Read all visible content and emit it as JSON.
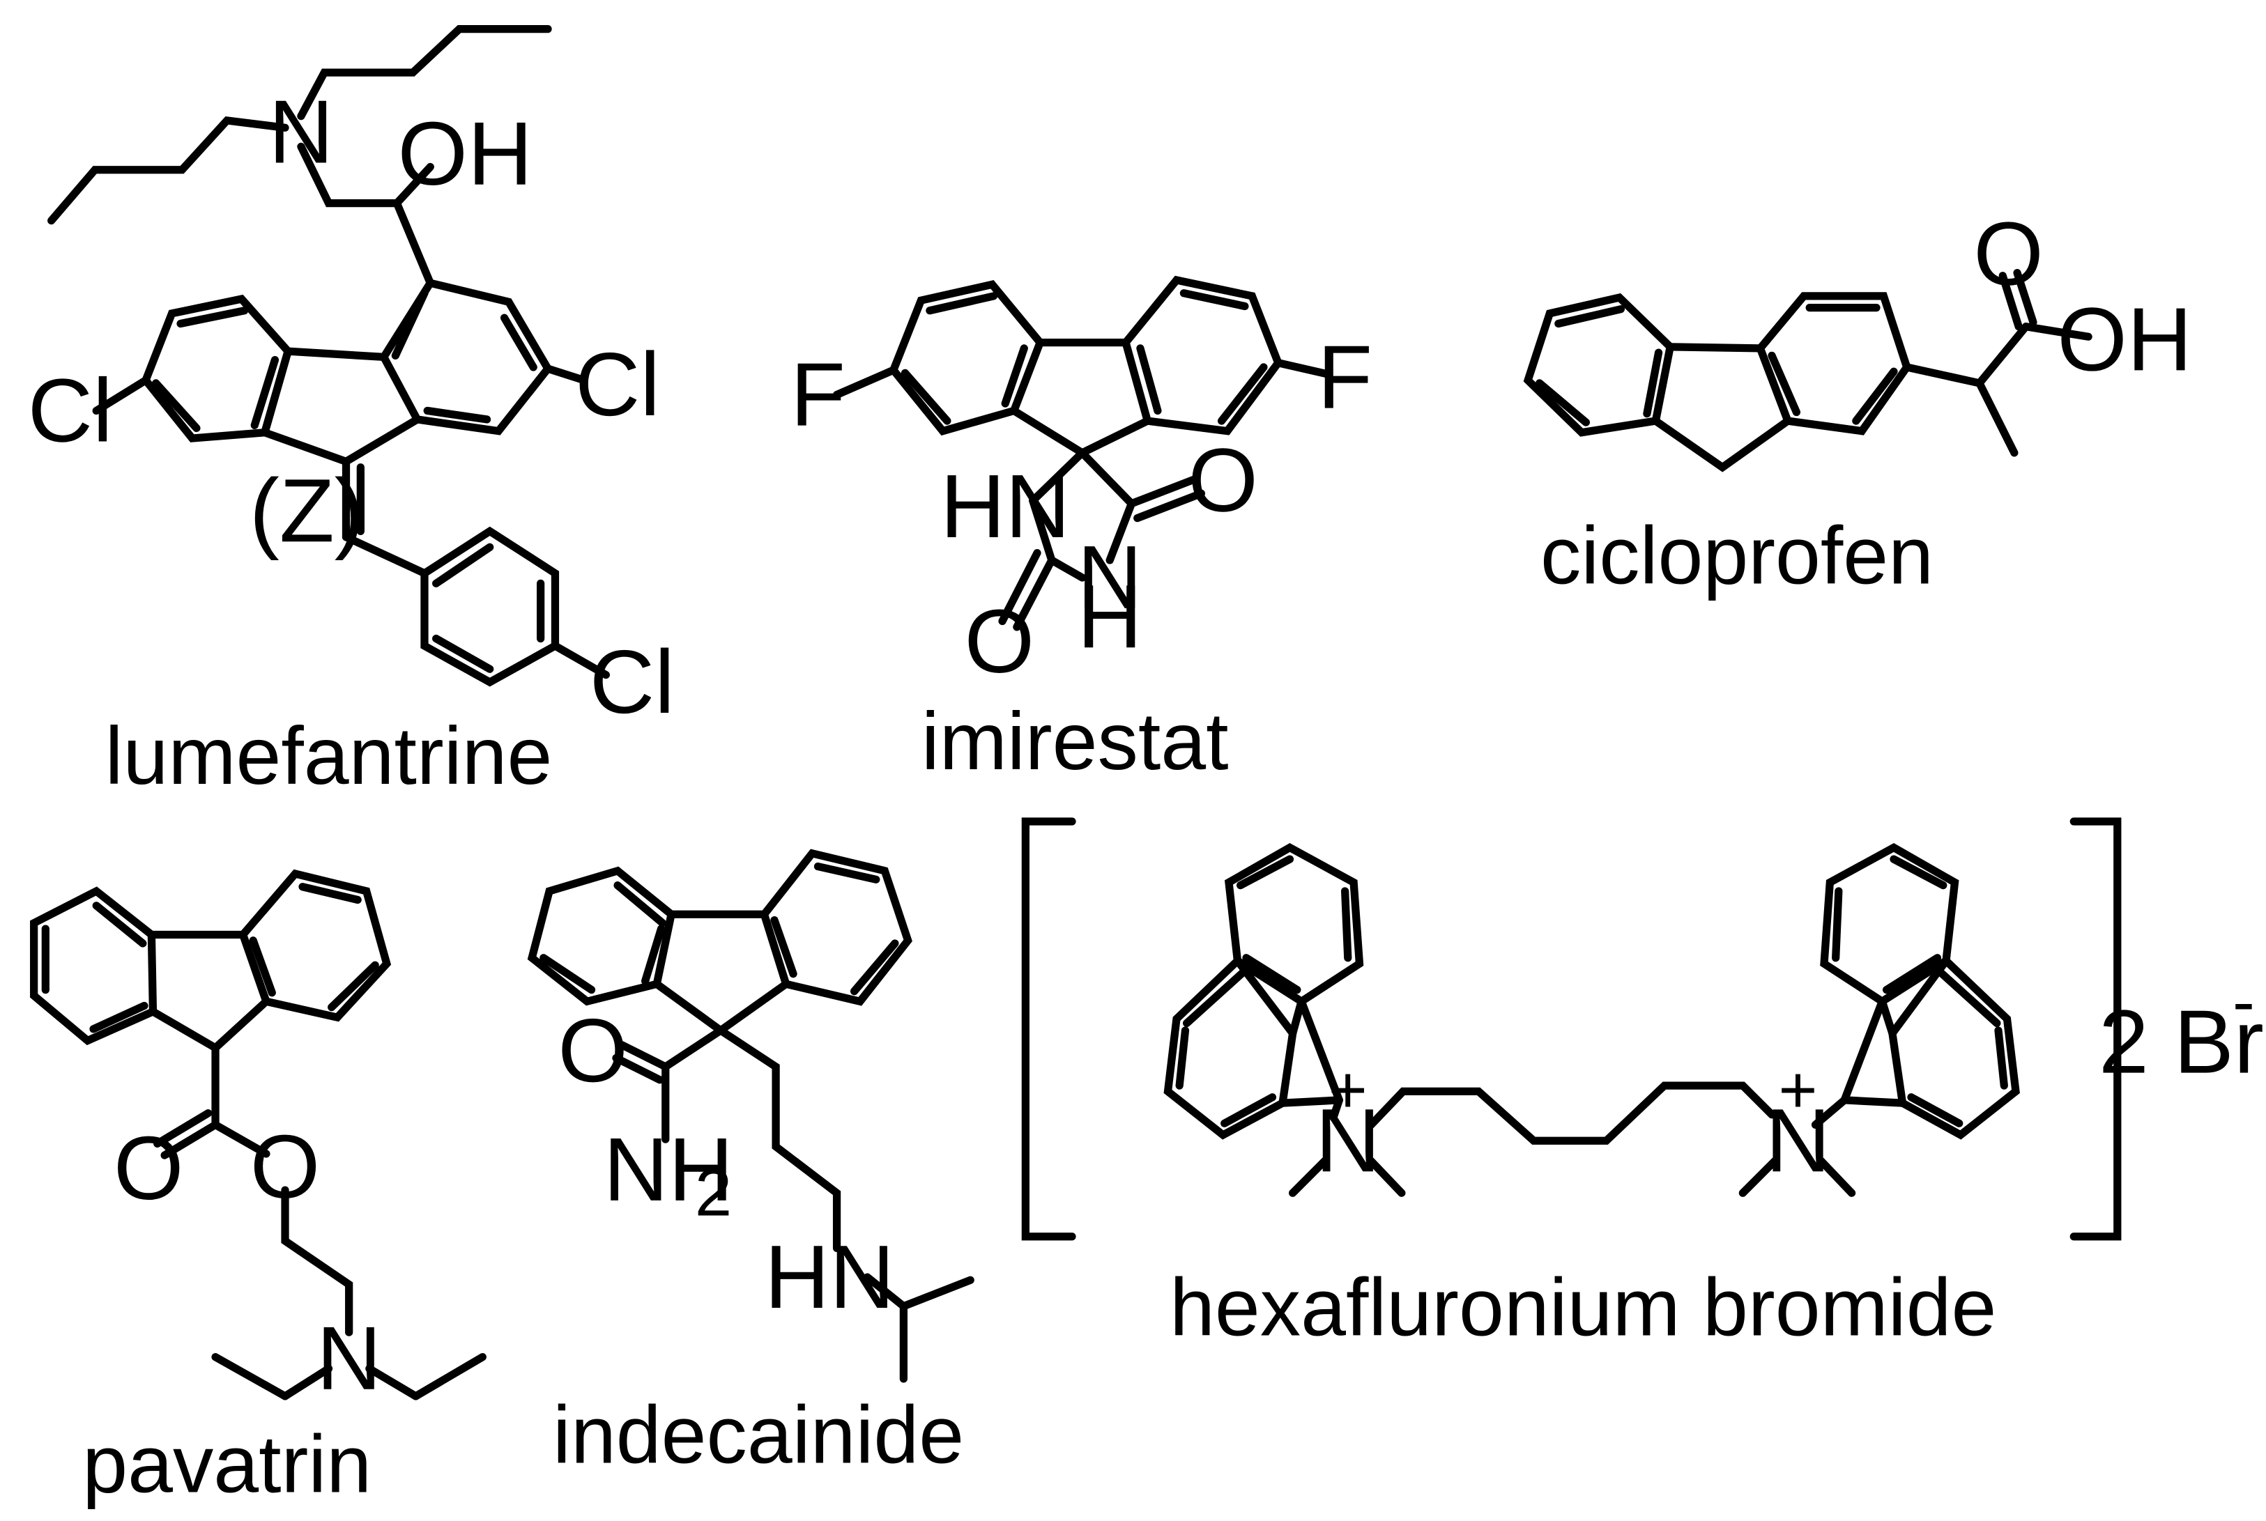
{
  "compounds": {
    "lumefantrine": "lumefantrine",
    "imirestat": "imirestat",
    "cicloprofen": "cicloprofen",
    "pavatrin": "pavatrin",
    "indecainide": "indecainide",
    "hexafluronium": "hexafluronium bromide"
  },
  "atoms": {
    "N": "N",
    "OH": "OH",
    "Cl": "Cl",
    "Z": "(Z)",
    "F": "F",
    "HN": "HN",
    "H": "H",
    "O": "O",
    "NH": "NH",
    "sub2": "2",
    "plus": "+",
    "counterion": "2 Br",
    "minus": "-"
  }
}
